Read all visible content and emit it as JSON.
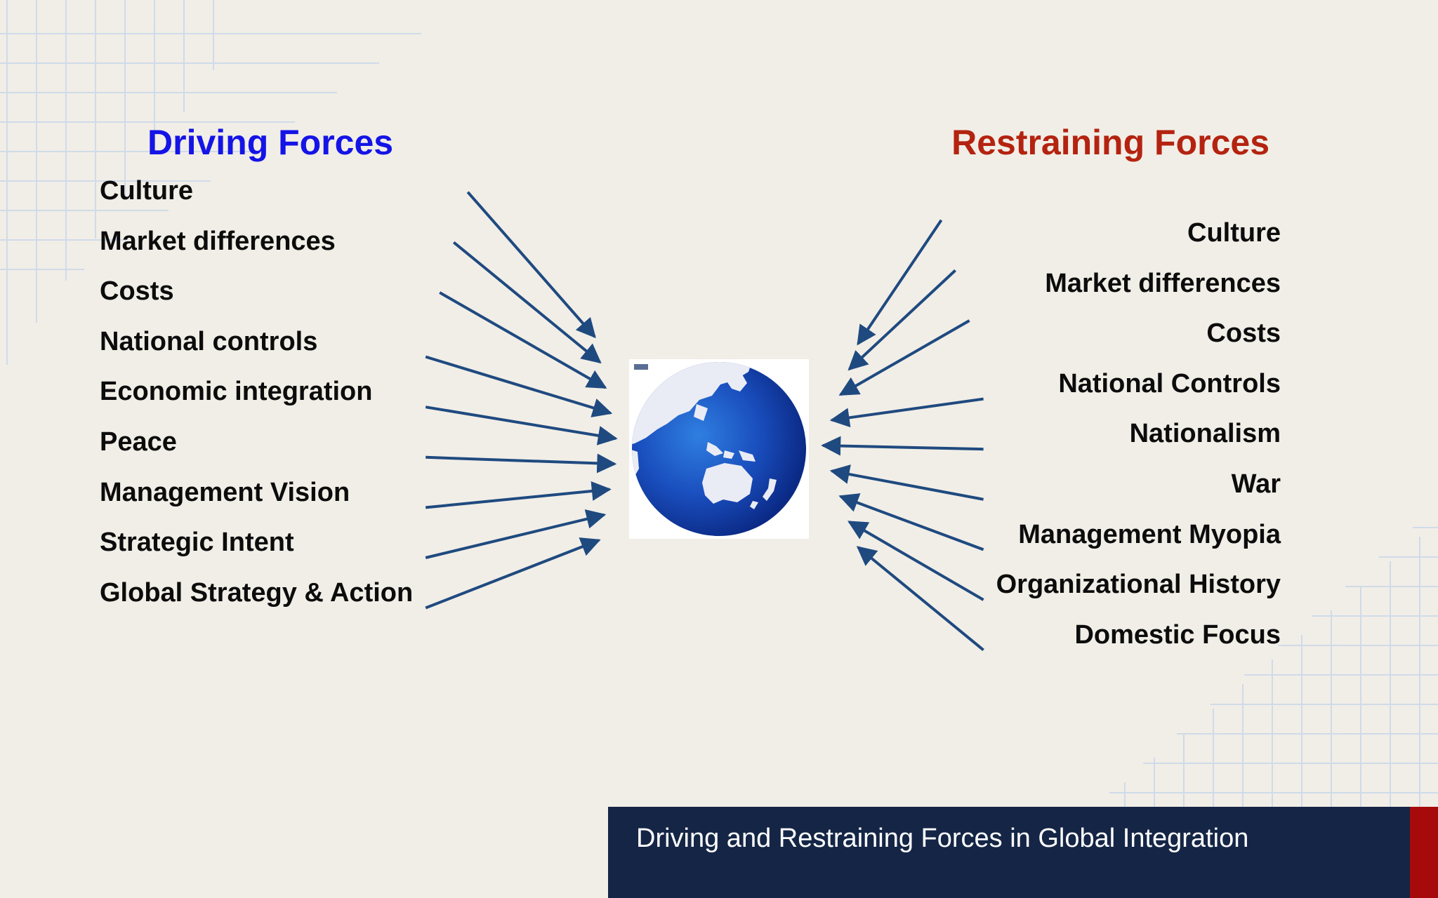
{
  "colors": {
    "background": "#f1ede7",
    "driving_heading": "#1414e6",
    "restraining_heading": "#b3230f",
    "arrow": "#1f4a80",
    "footer": "#142545",
    "footer_accent": "#a60a0a",
    "grid": "#c5d6ec"
  },
  "driving": {
    "title": "Driving Forces",
    "items": [
      "Culture",
      "Market differences",
      "Costs",
      "National controls",
      "Economic integration",
      "Peace",
      "Management Vision",
      "Strategic Intent",
      "Global Strategy & Action"
    ]
  },
  "restraining": {
    "title": "Restraining Forces",
    "items": [
      "Culture",
      "Market differences",
      "Costs",
      "National Controls",
      "Nationalism",
      "War",
      "Management Myopia",
      "Organizational History",
      "Domestic Focus"
    ]
  },
  "center": {
    "icon": "globe-icon"
  },
  "footer": {
    "title": "Driving and Restraining Forces in Global Integration"
  }
}
